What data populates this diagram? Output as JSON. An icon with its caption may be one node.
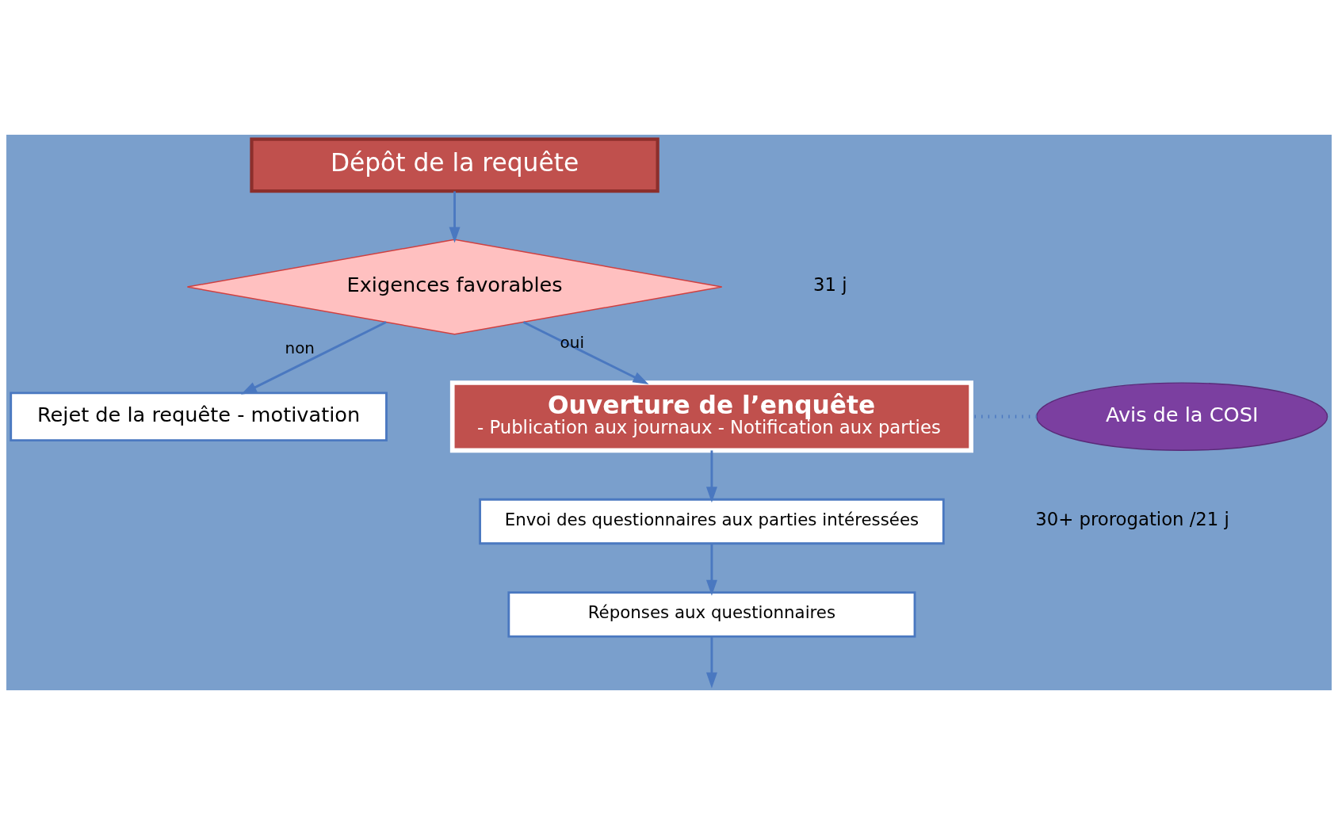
{
  "diagram": {
    "nodes": [
      {
        "text": [
          "Dépôt de la requête"
        ]
      },
      {
        "text": [
          "Exigences favorables"
        ]
      },
      {
        "text": [
          "Rejet de la requête - motivation"
        ]
      },
      {
        "text": [
          "Ouverture de l’enquête",
          "- Publication aux journaux - Notification aux parties"
        ]
      },
      {
        "text": [
          "Avis de la COSI"
        ]
      },
      {
        "text": [
          "Envoi des questionnaires aux parties intéressées"
        ]
      },
      {
        "text": [
          "Réponses aux questionnaires"
        ]
      }
    ],
    "edges": [
      {
        "from": 0,
        "to": 1,
        "arrow": "to"
      },
      {
        "from": 1,
        "to": 2,
        "arrow": "to",
        "label": "non"
      },
      {
        "from": 1,
        "to": 3,
        "arrow": "to",
        "label": "oui"
      },
      {
        "from": 4,
        "to": 3,
        "arrow": "none",
        "style": "dashed"
      },
      {
        "from": 3,
        "to": 5,
        "arrow": "to"
      },
      {
        "from": 5,
        "to": 6,
        "arrow": "to"
      },
      {
        "from": 6,
        "to": null,
        "arrow": "to"
      }
    ],
    "labels": [
      "31 j",
      "30+ prorogation /21 j"
    ]
  }
}
